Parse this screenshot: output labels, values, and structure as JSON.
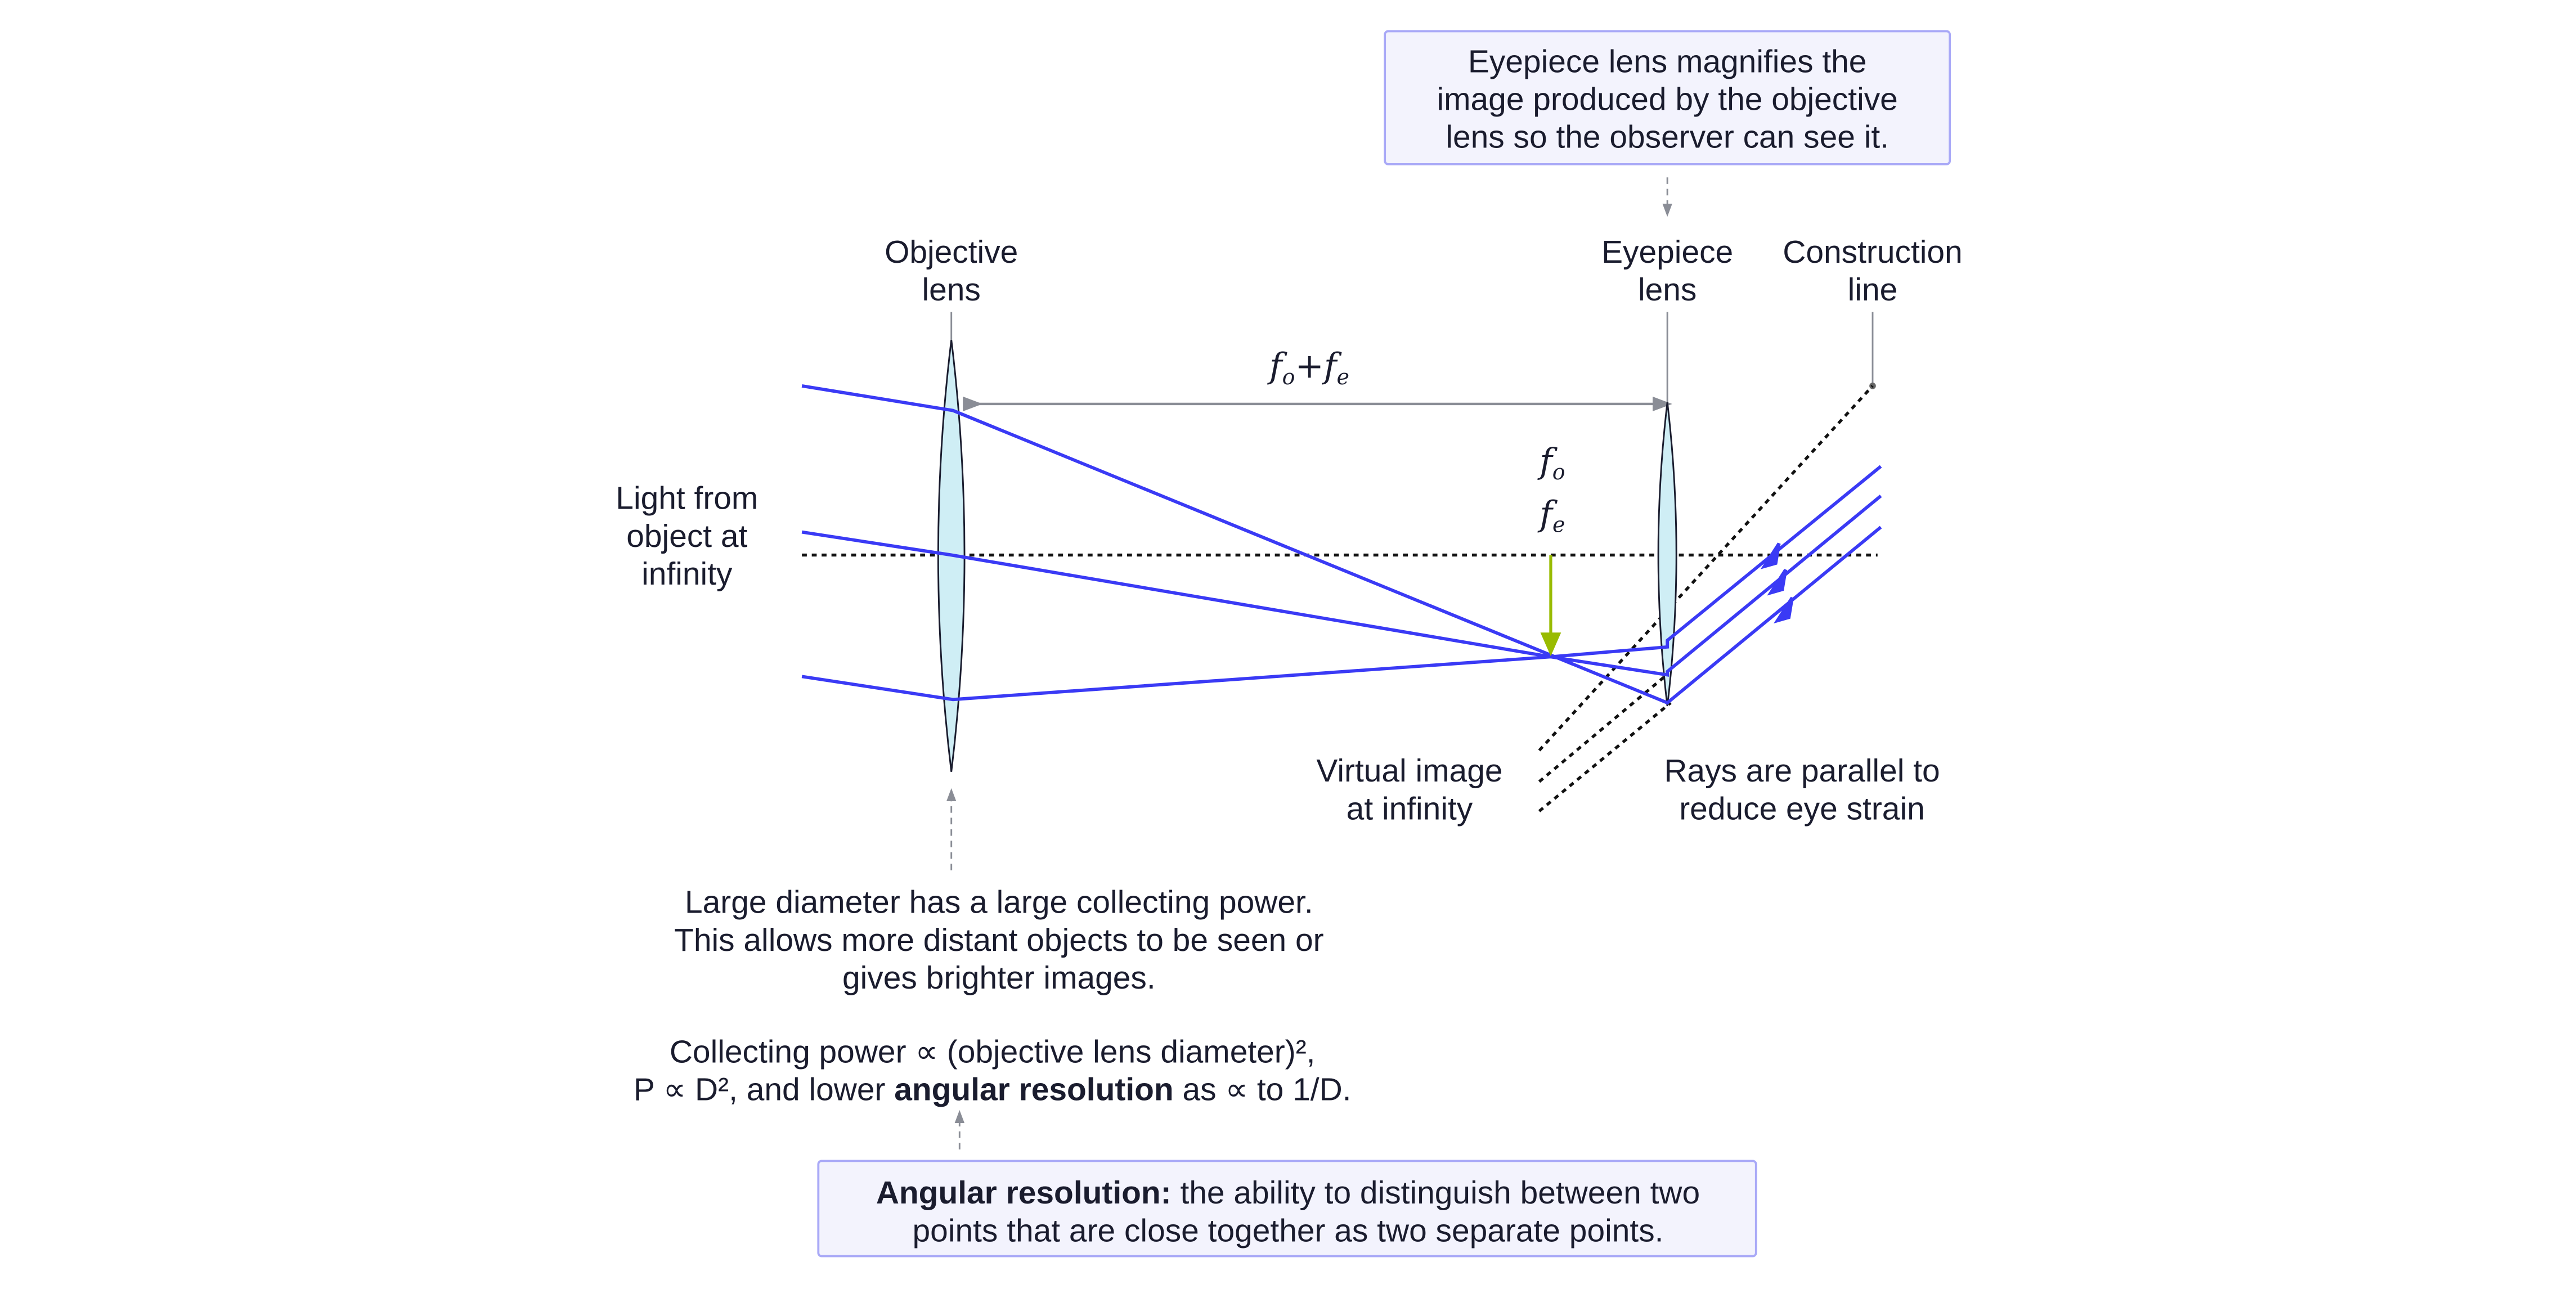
{
  "title_box": {
    "lines": [
      "Eyepiece lens magnifies the",
      "image produced by the objective",
      "lens so the observer can see it."
    ]
  },
  "labels": {
    "objective": [
      "Objective",
      "lens"
    ],
    "eyepiece": [
      "Eyepiece",
      "lens"
    ],
    "construction": [
      "Construction",
      "line"
    ],
    "light": [
      "Light from",
      "object at",
      "infinity"
    ],
    "virtual": [
      "Virtual image",
      "at infinity"
    ],
    "parallel": [
      "Rays are parallel to",
      "reduce eye strain"
    ]
  },
  "math": {
    "f": "f",
    "o": "o",
    "e": "e",
    "plus": "+"
  },
  "collecting": {
    "lines": [
      "Large diameter has a large collecting power.",
      "This allows more distant objects to be seen or",
      "gives brighter images."
    ],
    "formula_line1": "Collecting power ∝ (objective lens diameter)²,",
    "formula_line2_pre": "P ∝ D², and lower ",
    "formula_line2_bold": "angular resolution",
    "formula_line2_post": " as ∝ to 1/D."
  },
  "definition_box": {
    "term": "Angular resolution:",
    "line1_rest": " the ability to distinguish between two",
    "line2": "points that are close together as two separate points."
  },
  "colors": {
    "ray": "#3a3af5",
    "lens_fill": "#cfeef5",
    "box_fill": "#f3f3fd",
    "box_border": "#a9a9f7",
    "image_arrow": "#99bb00"
  }
}
